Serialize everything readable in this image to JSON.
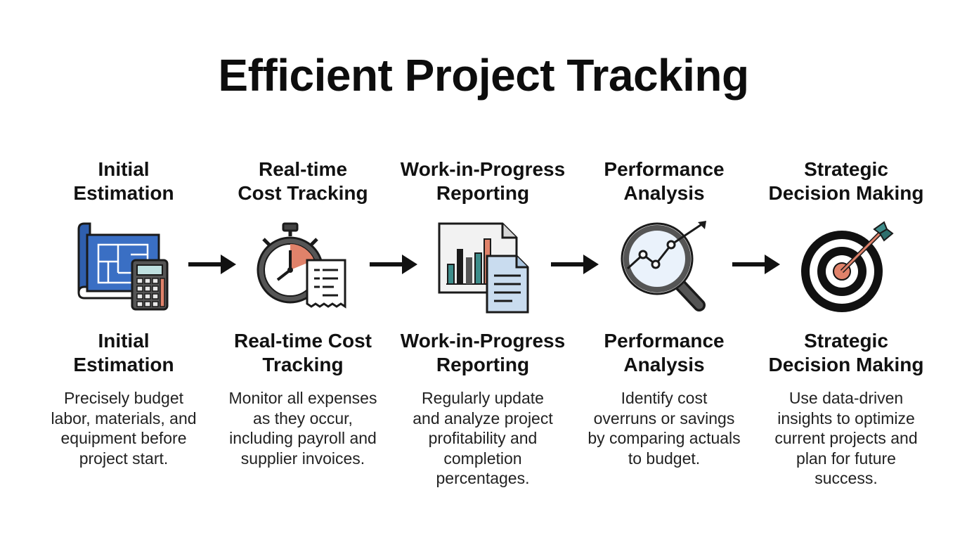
{
  "title": "Efficient Project Tracking",
  "steps": [
    {
      "head": "Initial\nEstimation",
      "head2": "Initial\nEstimation",
      "desc": "Precisely budget\nlabor, materials, and\nequipment before\nproject start.",
      "icon": "blueprint-calculator-icon"
    },
    {
      "head": "Real-time\nCost Tracking",
      "head2": "Real-time Cost\nTracking",
      "desc": "Monitor all expenses\nas they occur,\nincluding payroll and\nsupplier invoices.",
      "icon": "stopwatch-receipt-icon"
    },
    {
      "head": "Work-in-Progress\nReporting",
      "head2": "Work-in-Progress\nReporting",
      "desc": "Regularly update\nand analyze project\nprofitability and\ncompletion\npercentages.",
      "icon": "bar-chart-report-icon"
    },
    {
      "head": "Performance\nAnalysis",
      "head2": "Performance\nAnalysis",
      "desc": "Identify cost\noverruns or savings\nby comparing actuals\nto budget.",
      "icon": "magnifier-trend-icon"
    },
    {
      "head": "Strategic\nDecision Making",
      "head2": "Strategic\nDecision Making",
      "desc": "Use data-driven\ninsights to optimize\ncurrent projects and\nplan for future\nsuccess.",
      "icon": "target-dart-icon"
    }
  ],
  "colors": {
    "blueprint": "#3a6fc4",
    "accent_orange": "#e0826a",
    "accent_teal": "#3d8c8a",
    "dark": "#1a1a1a",
    "light_blue": "#c9dcef"
  }
}
